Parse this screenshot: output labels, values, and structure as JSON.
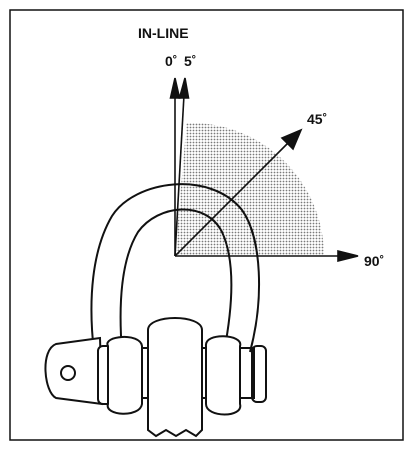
{
  "labels": {
    "in_line": "IN-LINE",
    "angle_0": "0˚",
    "angle_5": "5˚",
    "angle_45": "45˚",
    "angle_90": "90˚"
  },
  "colors": {
    "stroke": "#111111",
    "shading": "#b8b8b8",
    "background": "#ffffff"
  }
}
